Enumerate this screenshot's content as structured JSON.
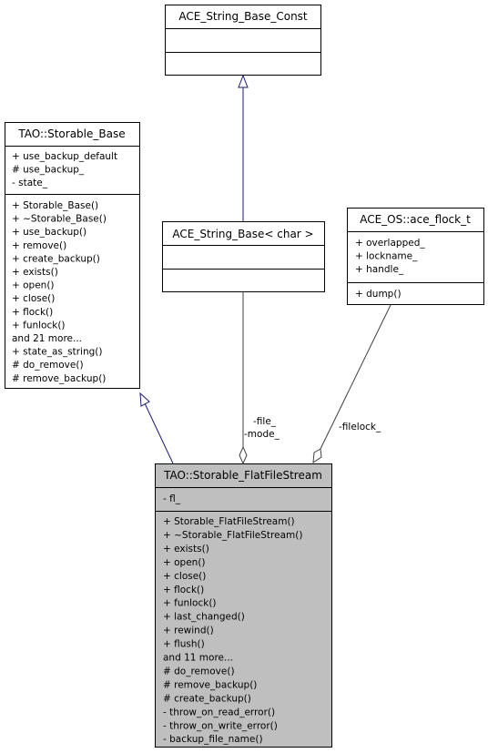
{
  "classes": {
    "string_base_const": {
      "title": "ACE_String_Base_Const",
      "attributes": [],
      "methods": []
    },
    "storable_base": {
      "title": "TAO::Storable_Base",
      "attributes": [
        "+ use_backup_default",
        "# use_backup_",
        "- state_"
      ],
      "methods": [
        "+ Storable_Base()",
        "+ ~Storable_Base()",
        "+ use_backup()",
        "+ remove()",
        "+ create_backup()",
        "+ exists()",
        "+ open()",
        "+ close()",
        "+ flock()",
        "+ funlock()",
        "and 21 more...",
        "+ state_as_string()",
        "# do_remove()",
        "# remove_backup()"
      ]
    },
    "string_base": {
      "title": "ACE_String_Base< char >",
      "attributes": [],
      "methods": []
    },
    "flock": {
      "title": "ACE_OS::ace_flock_t",
      "attributes": [
        "+ overlapped_",
        "+ lockname_",
        "+ handle_"
      ],
      "methods": [
        "+ dump()"
      ]
    },
    "flatfile": {
      "title": "TAO::Storable_FlatFileStream",
      "attributes": [
        "- fl_"
      ],
      "methods": [
        "+ Storable_FlatFileStream()",
        "+ ~Storable_FlatFileStream()",
        "+ exists()",
        "+ open()",
        "+ close()",
        "+ flock()",
        "+ funlock()",
        "+ last_changed()",
        "+ rewind()",
        "+ flush()",
        "and 11 more...",
        "# do_remove()",
        "# remove_backup()",
        "# create_backup()",
        "- throw_on_read_error()",
        "- throw_on_write_error()",
        "- backup_file_name()"
      ]
    }
  },
  "edge_labels": {
    "file_mode": [
      "-file_",
      "-mode_"
    ],
    "filelock": "-filelock_"
  },
  "colors": {
    "inherit_edge": "#191970",
    "use_edge": "#404040",
    "highlight_fill": "#bfbfbf"
  }
}
